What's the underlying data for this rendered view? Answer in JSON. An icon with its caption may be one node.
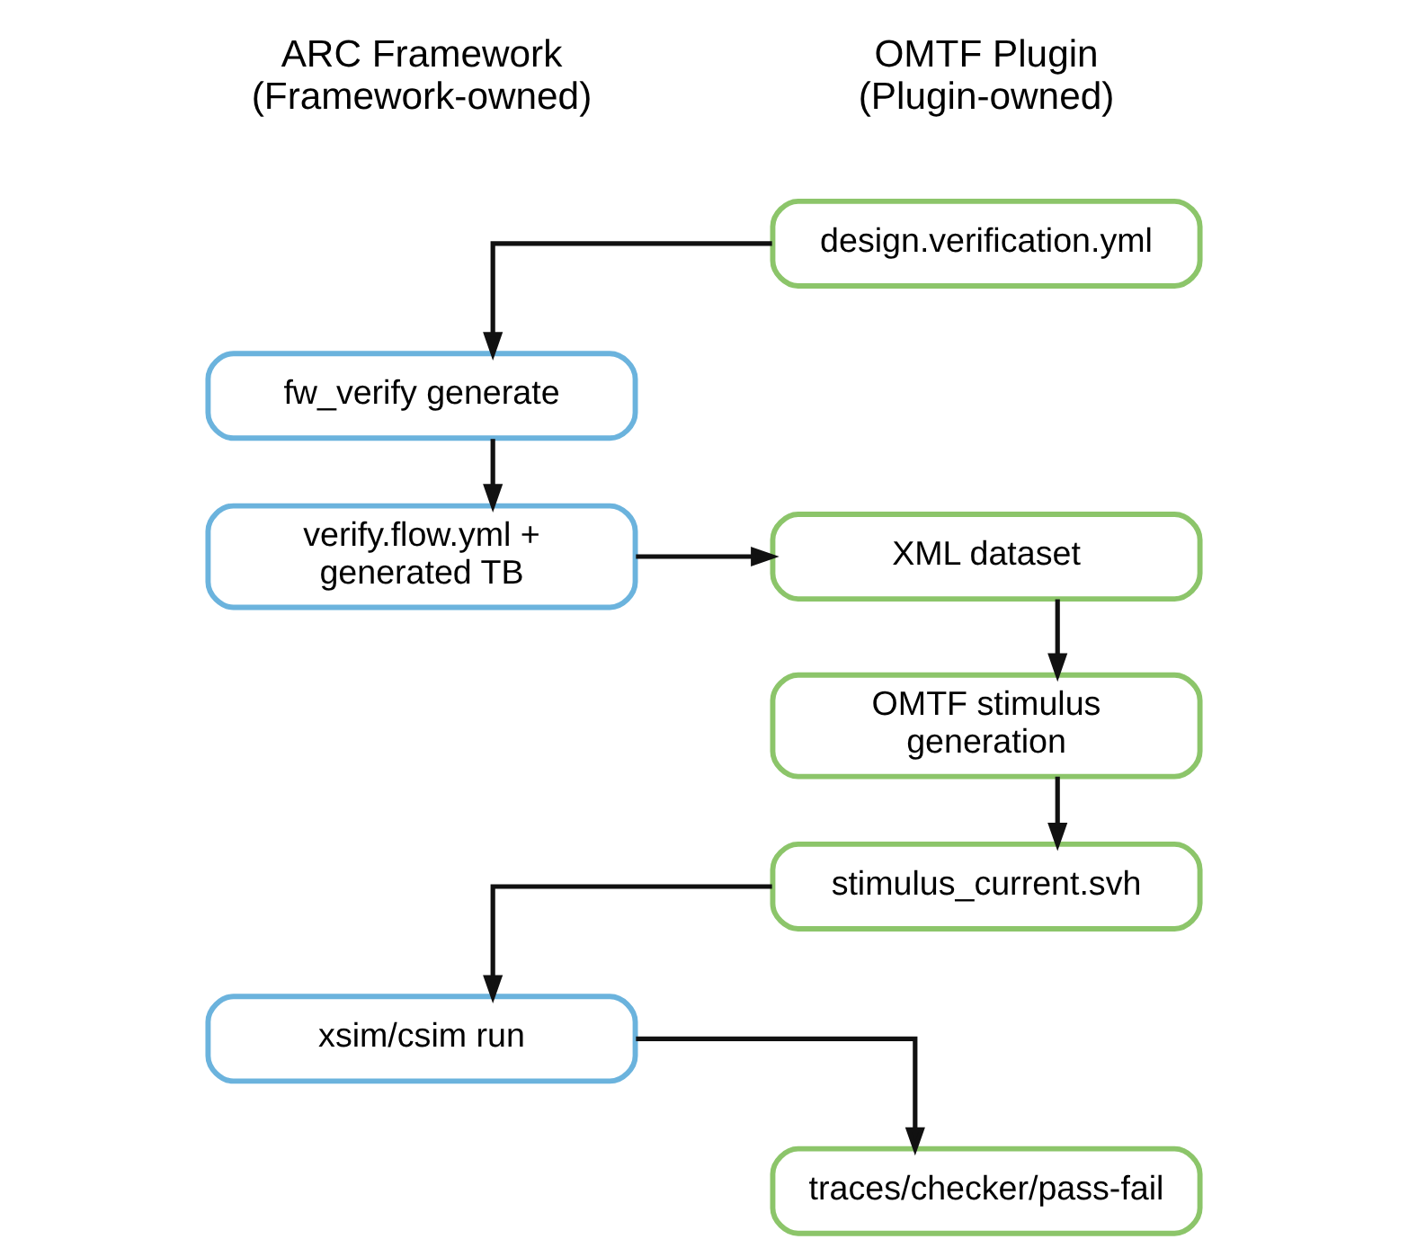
{
  "diagram": {
    "nodes": [
      {
        "text": [
          "design.verification.yml"
        ]
      },
      {
        "text": [
          "fw_verify generate"
        ]
      },
      {
        "text": [
          "verify.flow.yml + generated TB"
        ]
      },
      {
        "text": [
          "XML dataset"
        ]
      },
      {
        "text": [
          "OMTF stimulus generation"
        ]
      },
      {
        "text": [
          "stimulus_current.svh"
        ]
      },
      {
        "text": [
          "xsim/csim run"
        ]
      },
      {
        "text": [
          "traces/checker/pass-fail"
        ]
      }
    ],
    "edges": [
      {
        "from": 0,
        "to": 1,
        "arrow": "to"
      },
      {
        "from": 1,
        "to": 2,
        "arrow": "to"
      },
      {
        "from": 2,
        "to": 3,
        "arrow": "to"
      },
      {
        "from": 3,
        "to": 4,
        "arrow": "to"
      },
      {
        "from": 4,
        "to": 5,
        "arrow": "to"
      },
      {
        "from": 5,
        "to": 6,
        "arrow": "to"
      },
      {
        "from": 6,
        "to": 7,
        "arrow": "to"
      }
    ],
    "labels": [
      "ARC Framework (Framework-owned)",
      "OMTF Plugin (Plugin-owned)"
    ]
  }
}
